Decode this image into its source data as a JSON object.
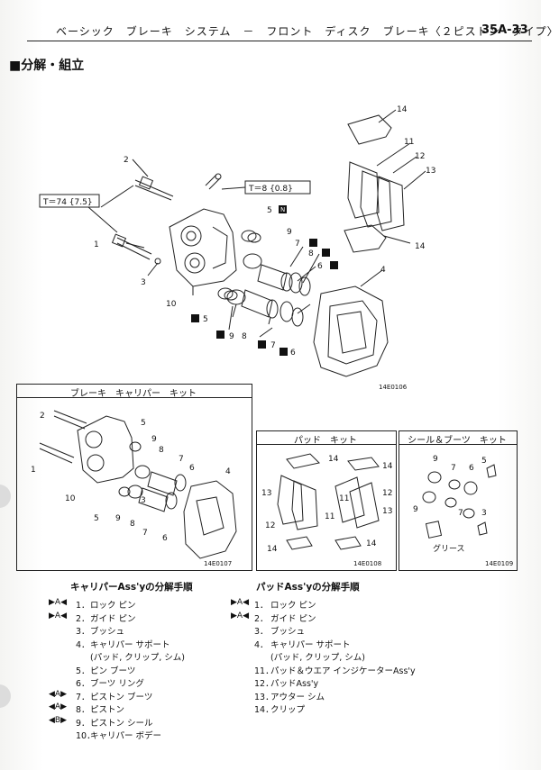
{
  "header": {
    "title": "ベーシック　ブレーキ　システム　－　フロント　ディスク　ブレーキ〈２ピストン　タイプ〉",
    "code": "35A-33"
  },
  "section_title": "■分解・組立",
  "torque": {
    "t1": "T＝74 {7.5}",
    "t2": "T＝8 {0.8}"
  },
  "figure_codes": {
    "main": "14E0106",
    "kit1": "14E0107",
    "kit2": "14E0108",
    "kit3": "14E0109"
  },
  "kit_titles": {
    "caliper": "ブレーキ　キャリパー　キット",
    "pad": "パッド　キット",
    "seal": "シール＆ブーツ　キット"
  },
  "grease_label": "グリース",
  "n_mark": "N",
  "callouts": {
    "main": [
      "1",
      "2",
      "3",
      "4",
      "5",
      "5",
      "6",
      "6",
      "7",
      "7",
      "8",
      "8",
      "9",
      "9",
      "10",
      "11",
      "12",
      "13",
      "14",
      "14"
    ],
    "kit1": [
      "1",
      "2",
      "3",
      "4",
      "5",
      "5",
      "6",
      "6",
      "7",
      "7",
      "8",
      "8",
      "9",
      "9",
      "10"
    ],
    "kit2": [
      "11",
      "11",
      "12",
      "12",
      "13",
      "13",
      "14",
      "14",
      "14",
      "14"
    ],
    "kit3": [
      "3",
      "5",
      "6",
      "7",
      "7",
      "9",
      "9"
    ]
  },
  "caliper_list": {
    "title": "キャリパーAss'yの分解手順",
    "items": [
      {
        "mark": "▶A◀",
        "num": "1．",
        "text": "ロック ピン"
      },
      {
        "mark": "▶A◀",
        "num": "2．",
        "text": "ガイド ピン"
      },
      {
        "mark": "",
        "num": "3．",
        "text": "ブッシュ"
      },
      {
        "mark": "",
        "num": "4．",
        "text": "キャリパー サポート"
      },
      {
        "mark": "",
        "num": "",
        "text": "(パッド, クリップ, シム)"
      },
      {
        "mark": "",
        "num": "5．",
        "text": "ピン ブーツ"
      },
      {
        "mark": "",
        "num": "6．",
        "text": "ブーツ リング"
      },
      {
        "mark": "◀A▶",
        "num": "7．",
        "text": "ピストン ブーツ"
      },
      {
        "mark": "◀A▶",
        "num": "8．",
        "text": "ピストン"
      },
      {
        "mark": "◀B▶",
        "num": "9．",
        "text": "ピストン シール"
      },
      {
        "mark": "",
        "num": "10．",
        "text": "キャリパー ボデー"
      }
    ]
  },
  "pad_list": {
    "title": "パッドAss'yの分解手順",
    "items": [
      {
        "mark": "▶A◀",
        "num": "1．",
        "text": "ロック ピン"
      },
      {
        "mark": "▶A◀",
        "num": "2．",
        "text": "ガイド ピン"
      },
      {
        "mark": "",
        "num": "3．",
        "text": "ブッシュ"
      },
      {
        "mark": "",
        "num": "4．",
        "text": "キャリパー サポート"
      },
      {
        "mark": "",
        "num": "",
        "text": "(パッド, クリップ, シム)"
      },
      {
        "mark": "",
        "num": "11．",
        "text": "パッド＆ウエア インジケーターAss'y"
      },
      {
        "mark": "",
        "num": "12．",
        "text": "パッドAss'y"
      },
      {
        "mark": "",
        "num": "13．",
        "text": "アウター シム"
      },
      {
        "mark": "",
        "num": "14．",
        "text": "クリップ"
      }
    ]
  }
}
